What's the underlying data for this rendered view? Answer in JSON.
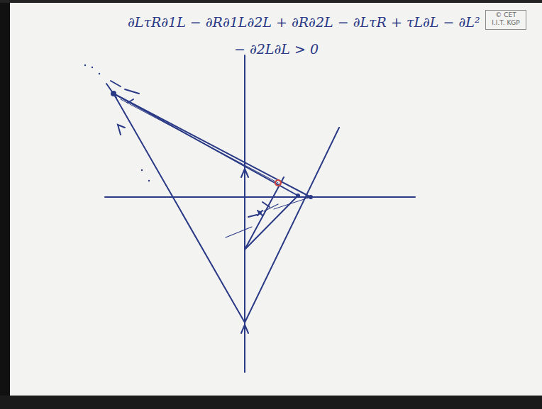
{
  "diagram": {
    "labels": [
      "∂LτR∂1L − ∂R∂1L∂2L + ∂R∂2L − ∂LτR + τL∂L − ∂L²",
      "− ∂2L∂L > 0",
      "© CET",
      "I.I.T. KGP"
    ]
  }
}
